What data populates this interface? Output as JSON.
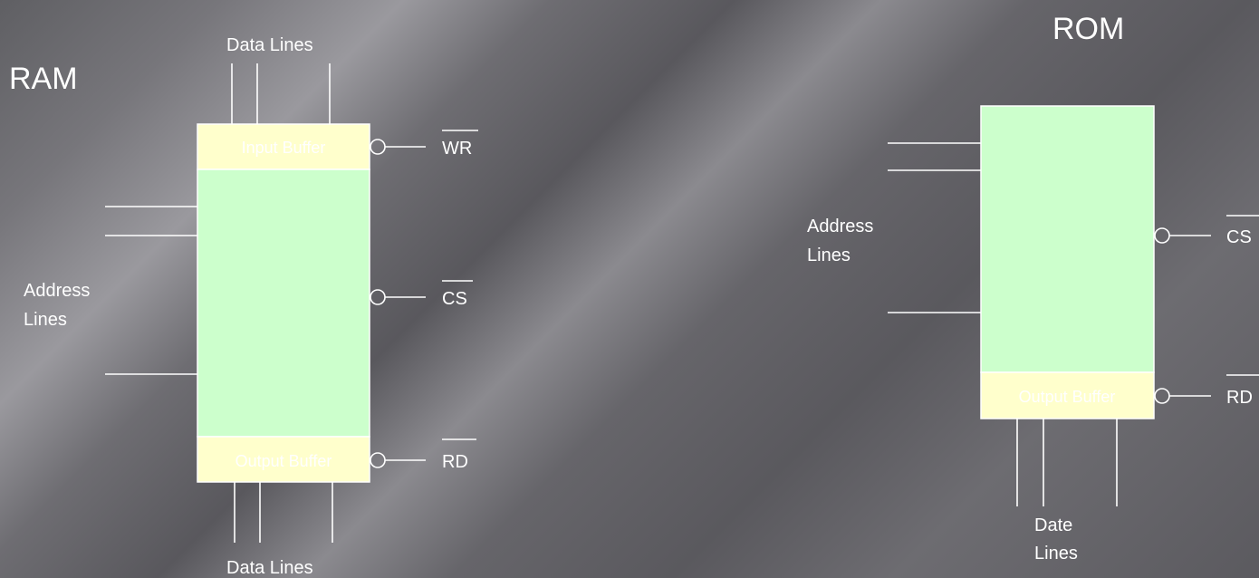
{
  "ram": {
    "title": "RAM",
    "data_lines_top": "Data Lines",
    "input_buffer": "Input Buffer",
    "output_buffer": "Output Buffer",
    "address_lines_1": "Address",
    "address_lines_2": "Lines",
    "wr": "WR",
    "cs": "CS",
    "rd": "RD",
    "data_lines_bottom": "Data Lines"
  },
  "rom": {
    "title": "ROM",
    "address_lines_1": "Address",
    "address_lines_2": "Lines",
    "output_buffer": "Output Buffer",
    "cs": "CS",
    "rd": "RD",
    "date_lines_1": "Date",
    "date_lines_2": "Lines"
  },
  "colors": {
    "memory_body": "#ccffcc",
    "buffer": "#ffffcc",
    "lines": "#ffffff"
  }
}
